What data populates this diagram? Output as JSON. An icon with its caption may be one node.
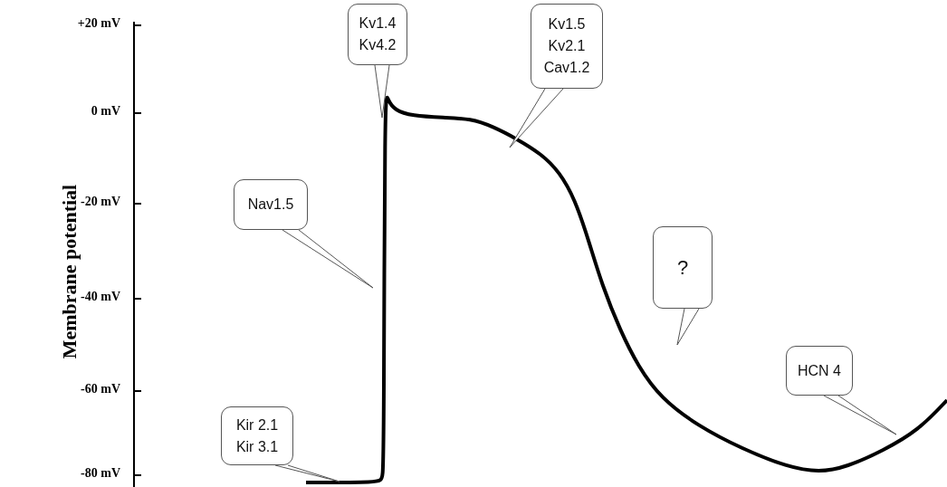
{
  "diagram": {
    "nodes": [
      {
        "text": [
          "Kv1.4",
          "Kv4.2"
        ]
      },
      {
        "text": [
          "Kv1.5",
          "Kv2.1",
          "Cav1.2"
        ]
      },
      {
        "text": [
          "Nav1.5"
        ]
      },
      {
        "text": [
          "?"
        ]
      },
      {
        "text": [
          "HCN 4"
        ]
      },
      {
        "text": [
          "Kir 2.1",
          "Kir 3.1"
        ]
      }
    ],
    "labels": [
      "+20 mV",
      "0 mV",
      "-20 mV",
      "-40 mV",
      "-60 mV",
      "-80 mV",
      "Membrane potential"
    ]
  }
}
